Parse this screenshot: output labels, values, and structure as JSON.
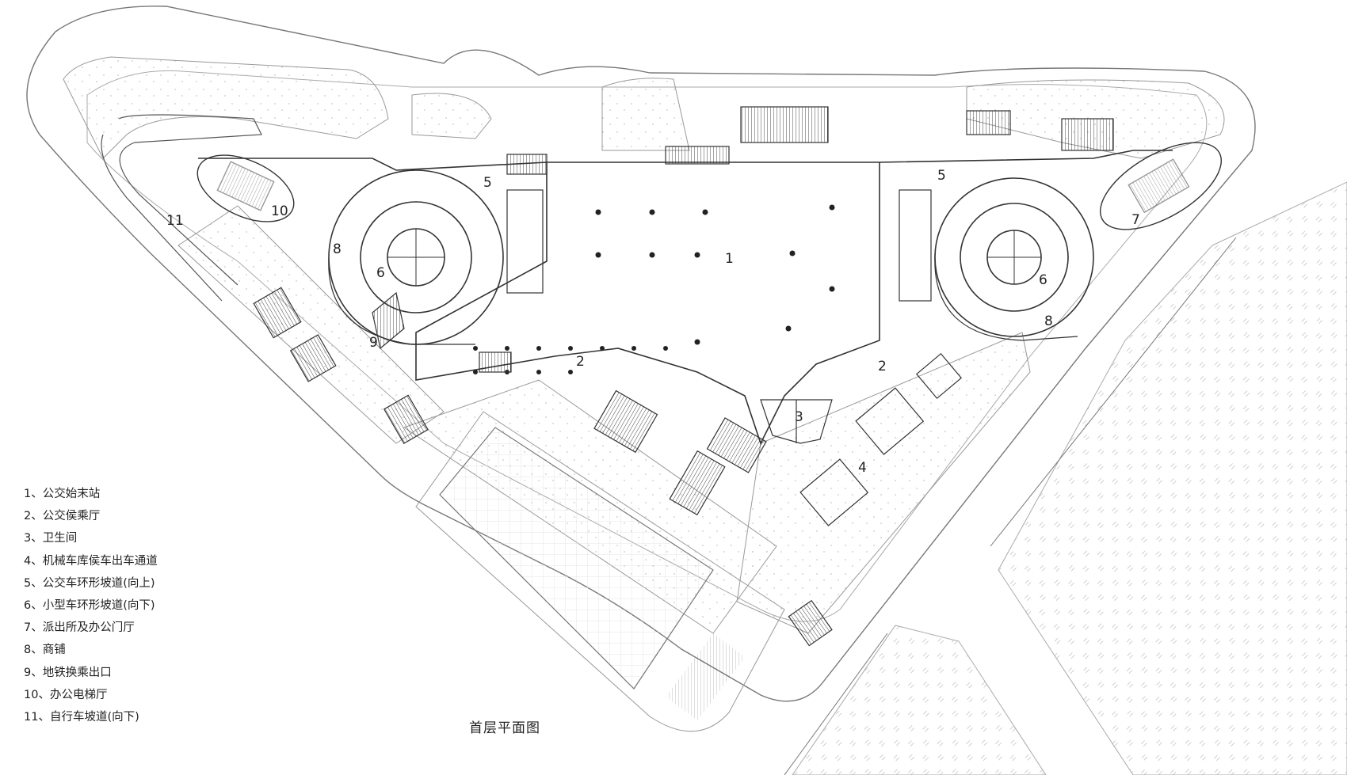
{
  "caption": "首层平面图",
  "legend": [
    "1、公交始末站",
    "2、公交侯乘厅",
    "3、卫生间",
    "4、机械车库侯车出车通道",
    "5、公交车环形坡道(向上)",
    "6、小型车环形坡道(向下)",
    "7、派出所及办公门厅",
    "8、商铺",
    "9、地铁换乘出口",
    "10、办公电梯厅",
    "11、自行车坡道(向下)"
  ],
  "labels": {
    "l1": "1",
    "l2a": "2",
    "l2b": "2",
    "l3": "3",
    "l4": "4",
    "l5a": "5",
    "l5b": "5",
    "l6a": "6",
    "l6b": "6",
    "l7": "7",
    "l8a": "8",
    "l8b": "8",
    "l9": "9",
    "l10": "10",
    "l11": "11"
  },
  "colors": {
    "line": "#555555",
    "dark": "#222222",
    "hatch": "#cfcfcf"
  }
}
